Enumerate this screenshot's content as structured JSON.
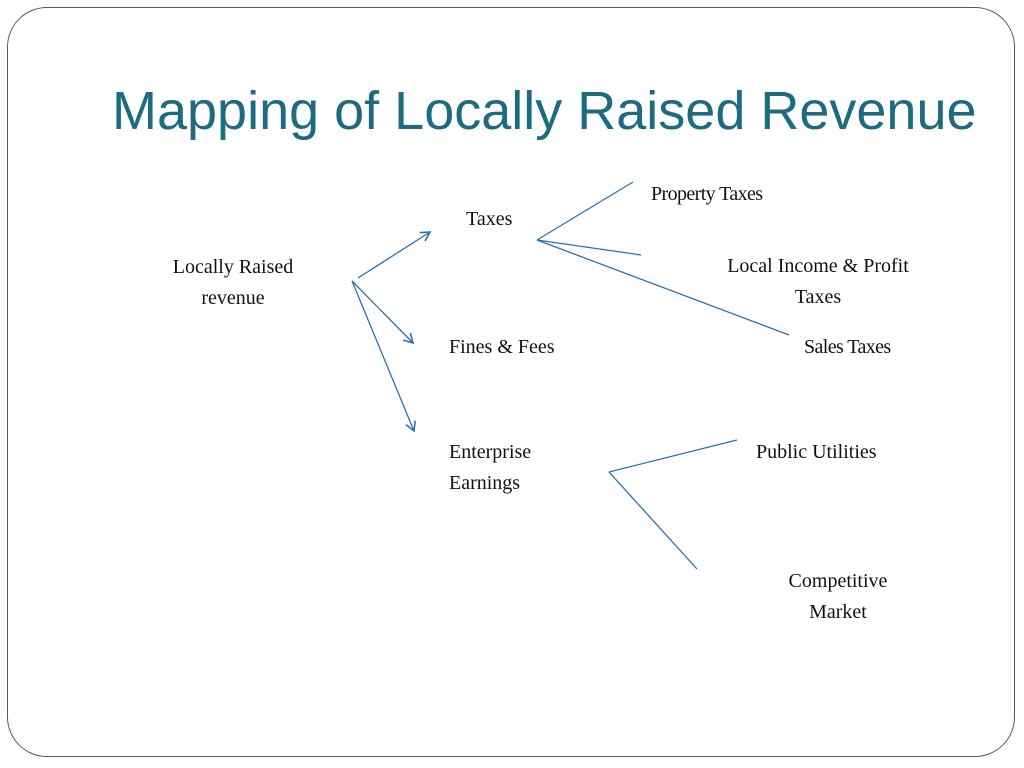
{
  "slide": {
    "title": "Mapping of Locally Raised Revenue"
  },
  "nodes": {
    "root": {
      "line1": "Locally Raised",
      "line2": "revenue"
    },
    "taxes": "Taxes",
    "fines_fees": "Fines & Fees",
    "enterprise": {
      "line1": "Enterprise",
      "line2": "Earnings"
    },
    "property_taxes": "Property Taxes",
    "local_income": {
      "line1": "Local Income & Profit",
      "line2": "Taxes"
    },
    "sales_taxes": "Sales Taxes",
    "public_utilities": "Public Utilities",
    "competitive": {
      "line1": "Competitive",
      "line2": "Market"
    }
  },
  "colors": {
    "title": "#1c6b80",
    "connector": "#2e6fb0",
    "frame": "#5a5a5a",
    "text": "#111111"
  }
}
